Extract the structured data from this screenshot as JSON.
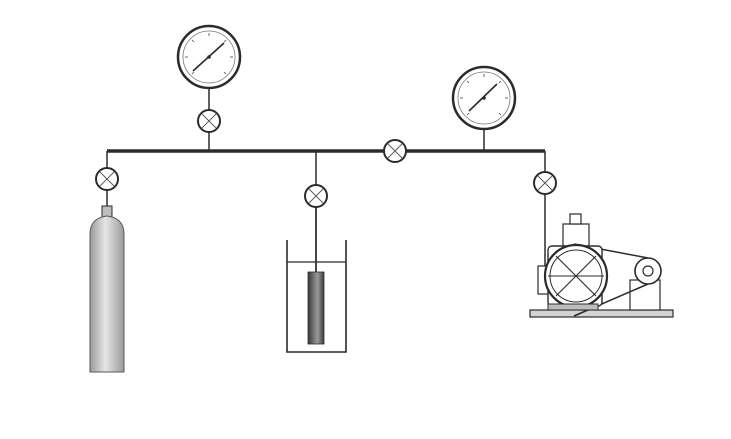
{
  "colors": {
    "background": "#ffffff",
    "line": "#2b2b2b",
    "gauge_face": "#ffffff",
    "cylinder_light": "#e6e6e6",
    "cylinder_dark": "#9a9a9a",
    "sample_dark": "#3a3a3a",
    "sample_light": "#9a9a9a"
  },
  "components": [
    {
      "id": "gas-cylinder",
      "icon": "gas-cylinder-icon"
    },
    {
      "id": "sample-vessel",
      "icon": "sample-tube-in-bath-icon"
    },
    {
      "id": "vacuum-pump",
      "icon": "vacuum-pump-icon"
    },
    {
      "id": "pressure-gauge-left",
      "icon": "pressure-gauge-icon"
    },
    {
      "id": "pressure-gauge-right",
      "icon": "pressure-gauge-icon"
    },
    {
      "id": "valves",
      "icon": "valve-icon",
      "count": 5
    }
  ]
}
